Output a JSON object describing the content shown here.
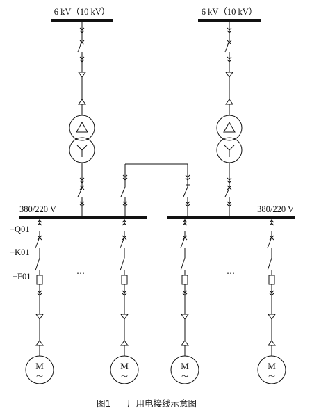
{
  "busbars_hv": [
    {
      "label": "6 kV（10 kV）"
    },
    {
      "label": "6 kV（10 kV）"
    }
  ],
  "busbars_lv": [
    {
      "label": "380/220 V"
    },
    {
      "label": "380/220 V"
    }
  ],
  "designators": {
    "breaker": "−Q01",
    "contactor": "−K01",
    "fuse": "−F01"
  },
  "motors": [
    {
      "symbol": "M",
      "ac": "～"
    },
    {
      "symbol": "M",
      "ac": "～"
    },
    {
      "symbol": "M",
      "ac": "～"
    },
    {
      "symbol": "M",
      "ac": "～"
    }
  ],
  "ellipsis": [
    "…",
    "…"
  ],
  "caption": {
    "number": "图1",
    "title": "厂用电接线示意图"
  }
}
